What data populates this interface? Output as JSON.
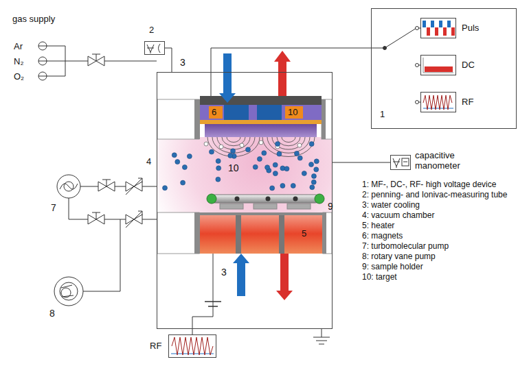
{
  "diagram": {
    "nodes": [
      {
        "text": [
          "2"
        ]
      },
      {
        "text": [
          "1"
        ]
      },
      {
        "text": [
          "Puls"
        ],
        "in": 1
      },
      {
        "text": [
          "DC"
        ],
        "in": 1
      },
      {
        "text": [
          "RF"
        ],
        "in": 1
      },
      {
        "text": [
          "4"
        ]
      },
      {
        "text": [
          "6",
          "10"
        ],
        "in": 5
      },
      {
        "text": [
          "capacitive manometer"
        ]
      },
      {
        "text": [
          "5"
        ],
        "in": 5
      },
      {
        "text": [
          "RF"
        ]
      }
    ],
    "edges": [
      {
        "from": 0,
        "to": 5,
        "arrow": "none"
      },
      {
        "from": 1,
        "to": 6,
        "arrow": "none"
      },
      {
        "from": 7,
        "to": 5,
        "arrow": "none"
      },
      {
        "from": 9,
        "to": 8,
        "arrow": "none"
      }
    ],
    "labels": [
      "gas supply",
      "Ar",
      "N₂",
      "O₂",
      "3",
      "10",
      "9",
      "3",
      "7",
      "8",
      "1: MF-, DC-, RF- high voltage device",
      "2: penning- and Ionivac-measuring tube",
      "3: water cooling",
      "4: vacuum chamber",
      "5: heater",
      "6: magnets",
      "7: turbomolecular pump",
      "8: rotary vane pump",
      "9: sample holder",
      "10: target"
    ]
  }
}
